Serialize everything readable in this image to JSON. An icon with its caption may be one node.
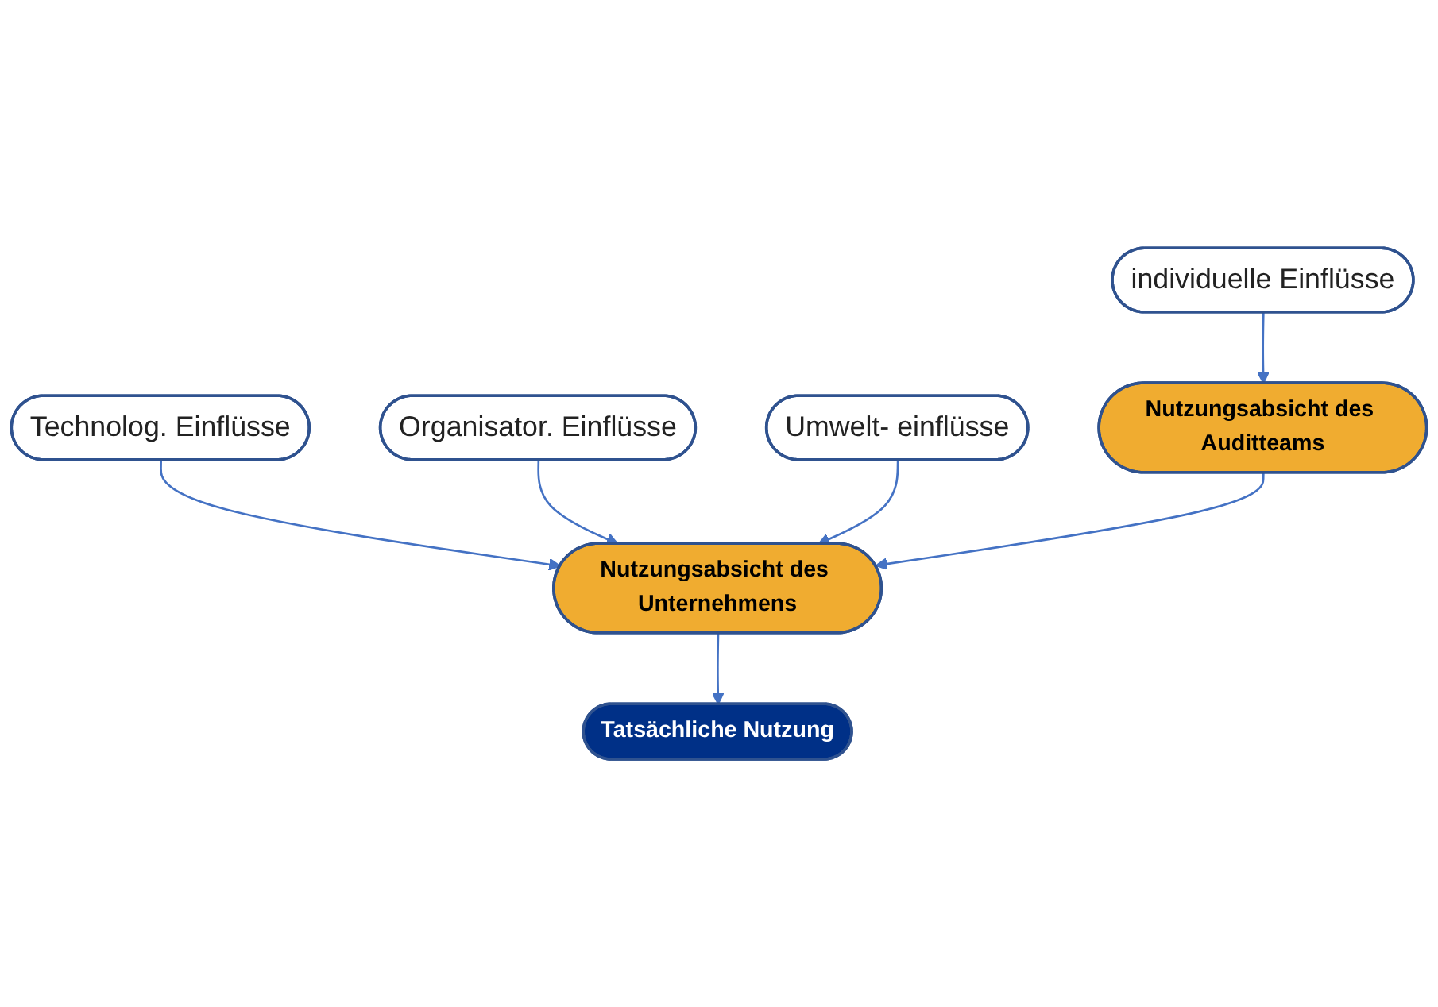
{
  "diagram": {
    "nodes": [
      {
        "text": [
          "individuelle Einflüsse"
        ]
      },
      {
        "text": [
          "Technolog. Einflüsse"
        ]
      },
      {
        "text": [
          "Organisator. Einflüsse"
        ]
      },
      {
        "text": [
          "Umwelt- einflüsse"
        ]
      },
      {
        "text": [
          "Nutzungsabsicht des Auditteams"
        ]
      },
      {
        "text": [
          "Nutzungsabsicht des Unternehmens"
        ]
      },
      {
        "text": [
          "Tatsächliche Nutzung"
        ]
      }
    ],
    "edges": [
      {
        "from": 0,
        "to": 4,
        "arrow": "to"
      },
      {
        "from": 1,
        "to": 5,
        "arrow": "to"
      },
      {
        "from": 2,
        "to": 5,
        "arrow": "to"
      },
      {
        "from": 3,
        "to": 5,
        "arrow": "to"
      },
      {
        "from": 4,
        "to": 5,
        "arrow": "to"
      },
      {
        "from": 5,
        "to": 6,
        "arrow": "to"
      }
    ]
  }
}
